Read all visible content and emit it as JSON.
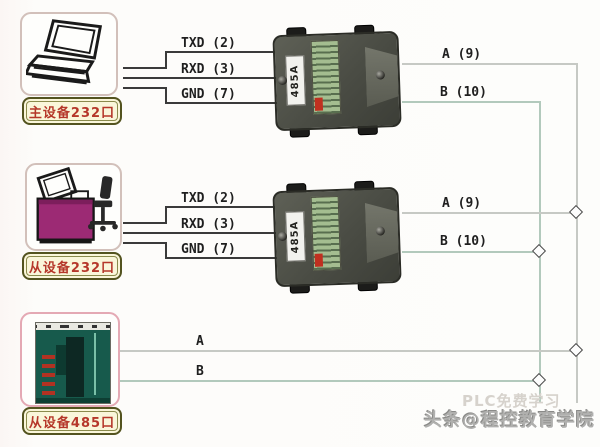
{
  "diagram": {
    "rows": [
      {
        "device_label": "主设备232口",
        "txd": "TXD (2)",
        "rxd": "RXD (3)",
        "gnd": "GND (7)",
        "a": "A (9)",
        "b": "B (10)",
        "converter_label": "485A"
      },
      {
        "device_label": "从设备232口",
        "txd": "TXD (2)",
        "rxd": "RXD (3)",
        "gnd": "GND (7)",
        "a": "A (9)",
        "b": "B (10)",
        "converter_label": "485A"
      },
      {
        "device_label": "从设备485口",
        "a": "A",
        "b": "B"
      }
    ],
    "watermark": {
      "main": "头条@程控教育学院",
      "faint": "PLC免费学习"
    },
    "colors": {
      "rs232_wire": "#3a3a3a",
      "rs485_a_wire": "#c6c9c4",
      "rs485_b_wire": "#b2c9bc",
      "device_label_text": "#b5372a",
      "device_label_bg": "#faf6da",
      "converter_body": "#4a4c44",
      "converter_green_tag": "#a4bd90",
      "laptop_screen": "#33b540",
      "desk": "#9c2a74",
      "slave485_bg": "#175a4c"
    }
  }
}
